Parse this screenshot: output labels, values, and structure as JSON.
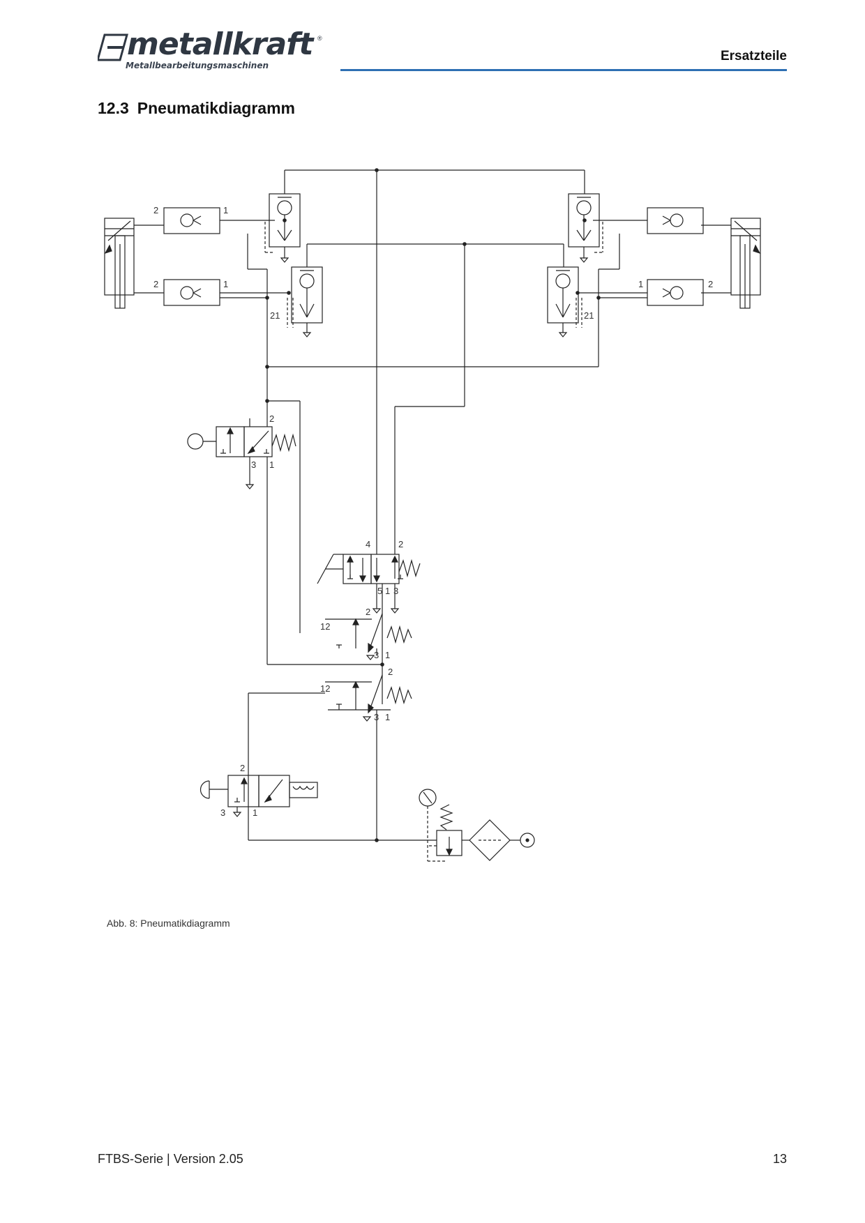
{
  "header": {
    "logo_text": "metallkraft",
    "logo_subtitle": "Metallbearbeitungsmaschinen",
    "logo_reg": "®",
    "section_label": "Ersatzteile"
  },
  "section": {
    "number": "12.3",
    "title": "Pneumatikdiagramm"
  },
  "diagram": {
    "port_labels": {
      "cyl_top_left_2": "2",
      "cyl_top_left_1": "1",
      "cyl_bot_left_2": "2",
      "cyl_bot_left_1": "1",
      "shuttle_left_21": "21",
      "shuttle_right_21": "21",
      "right_bot_1": "1",
      "right_bot_2": "2",
      "valve_a_2": "2",
      "valve_a_3": "3",
      "valve_a_1": "1",
      "valve_main_4": "4",
      "valve_main_2": "2",
      "valve_main_5": "5",
      "valve_main_1": "1",
      "valve_main_3": "3",
      "valve_b_12": "12",
      "valve_b_2": "2",
      "valve_b_3": "3",
      "valve_b_1": "1",
      "valve_c_12": "12",
      "valve_c_2": "2",
      "valve_c_3": "3",
      "valve_c_1": "1",
      "valve_hand_2": "2",
      "valve_hand_3": "3",
      "valve_hand_1": "1"
    }
  },
  "caption": "Abb. 8: Pneumatikdiagramm",
  "footer": {
    "left": "FTBS-Serie | Version 2.05",
    "page_number": "13"
  }
}
